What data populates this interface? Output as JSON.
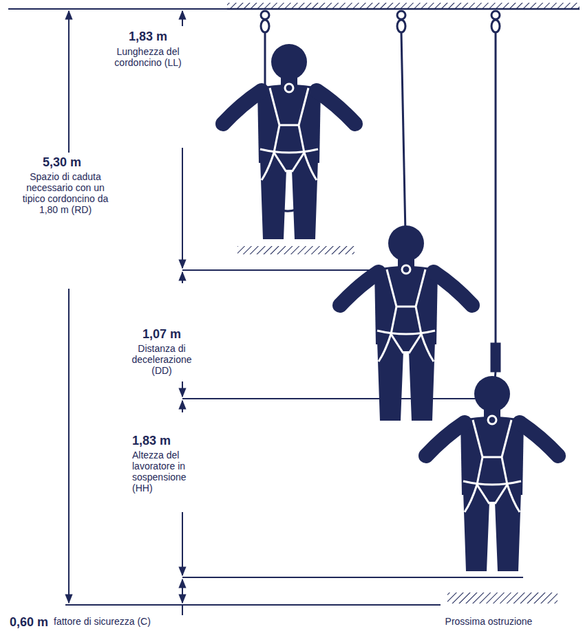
{
  "diagram": {
    "labels": [
      "1,83 m",
      "Lunghezza del cordoncino (LL)",
      "5,30 m",
      "Spazio di caduta necessario con un tipico cordoncino da 1,80 m (RD)",
      "1,07 m",
      "Distanza di decelerazione (DD)",
      "1,83 m",
      "Altezza del lavoratore in sospensione (HH)",
      "0,60 m",
      "fattore di sicurezza (C)",
      "Prossima ostruzione"
    ]
  }
}
